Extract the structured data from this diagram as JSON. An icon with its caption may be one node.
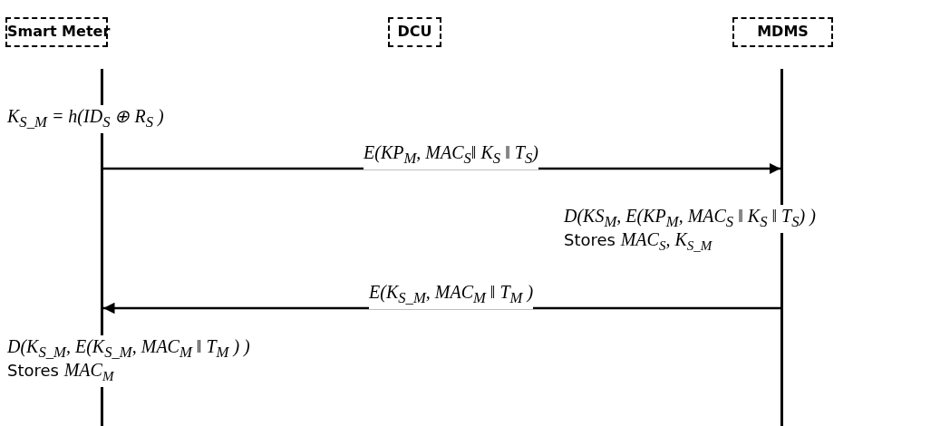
{
  "diagram": {
    "nodes": [
      {
        "text": [
          "Smart Meter"
        ]
      },
      {
        "text": [
          "DCU"
        ]
      },
      {
        "text": [
          "MDMS"
        ]
      },
      {
        "text": [],
        "shape": "bar"
      },
      {
        "text": [],
        "shape": "bar"
      }
    ],
    "edges": [
      {
        "from": 3,
        "to": 4,
        "arrow": "to",
        "label": "E(KP$_{M}$, MAC$_{S}$‖ K$_{S}$ ‖ T$_{S}$)"
      },
      {
        "from": 4,
        "to": 3,
        "arrow": "to",
        "label": "E(K$_{S_M}$, MAC$_{M}$ ‖ T$_{M}$ )"
      }
    ],
    "labels": [
      "K$_{S_M}$ = h(ID$_{S}$ ⊕ R$_{S}$ )",
      "D(KS$_{M}$, E(KP$_{M}$, MAC$_{S}$ ‖ K$_{S}$ ‖ T$_{S}$) )",
      "Stores *MAC*$_{S}$*, K*$_{S_M}$",
      "D(K$_{S_M}$, E(K$_{S_M}$, MAC$_{M}$ ‖ T$_{M}$ ) )",
      "Stores *MAC*$_{M}$"
    ]
  }
}
